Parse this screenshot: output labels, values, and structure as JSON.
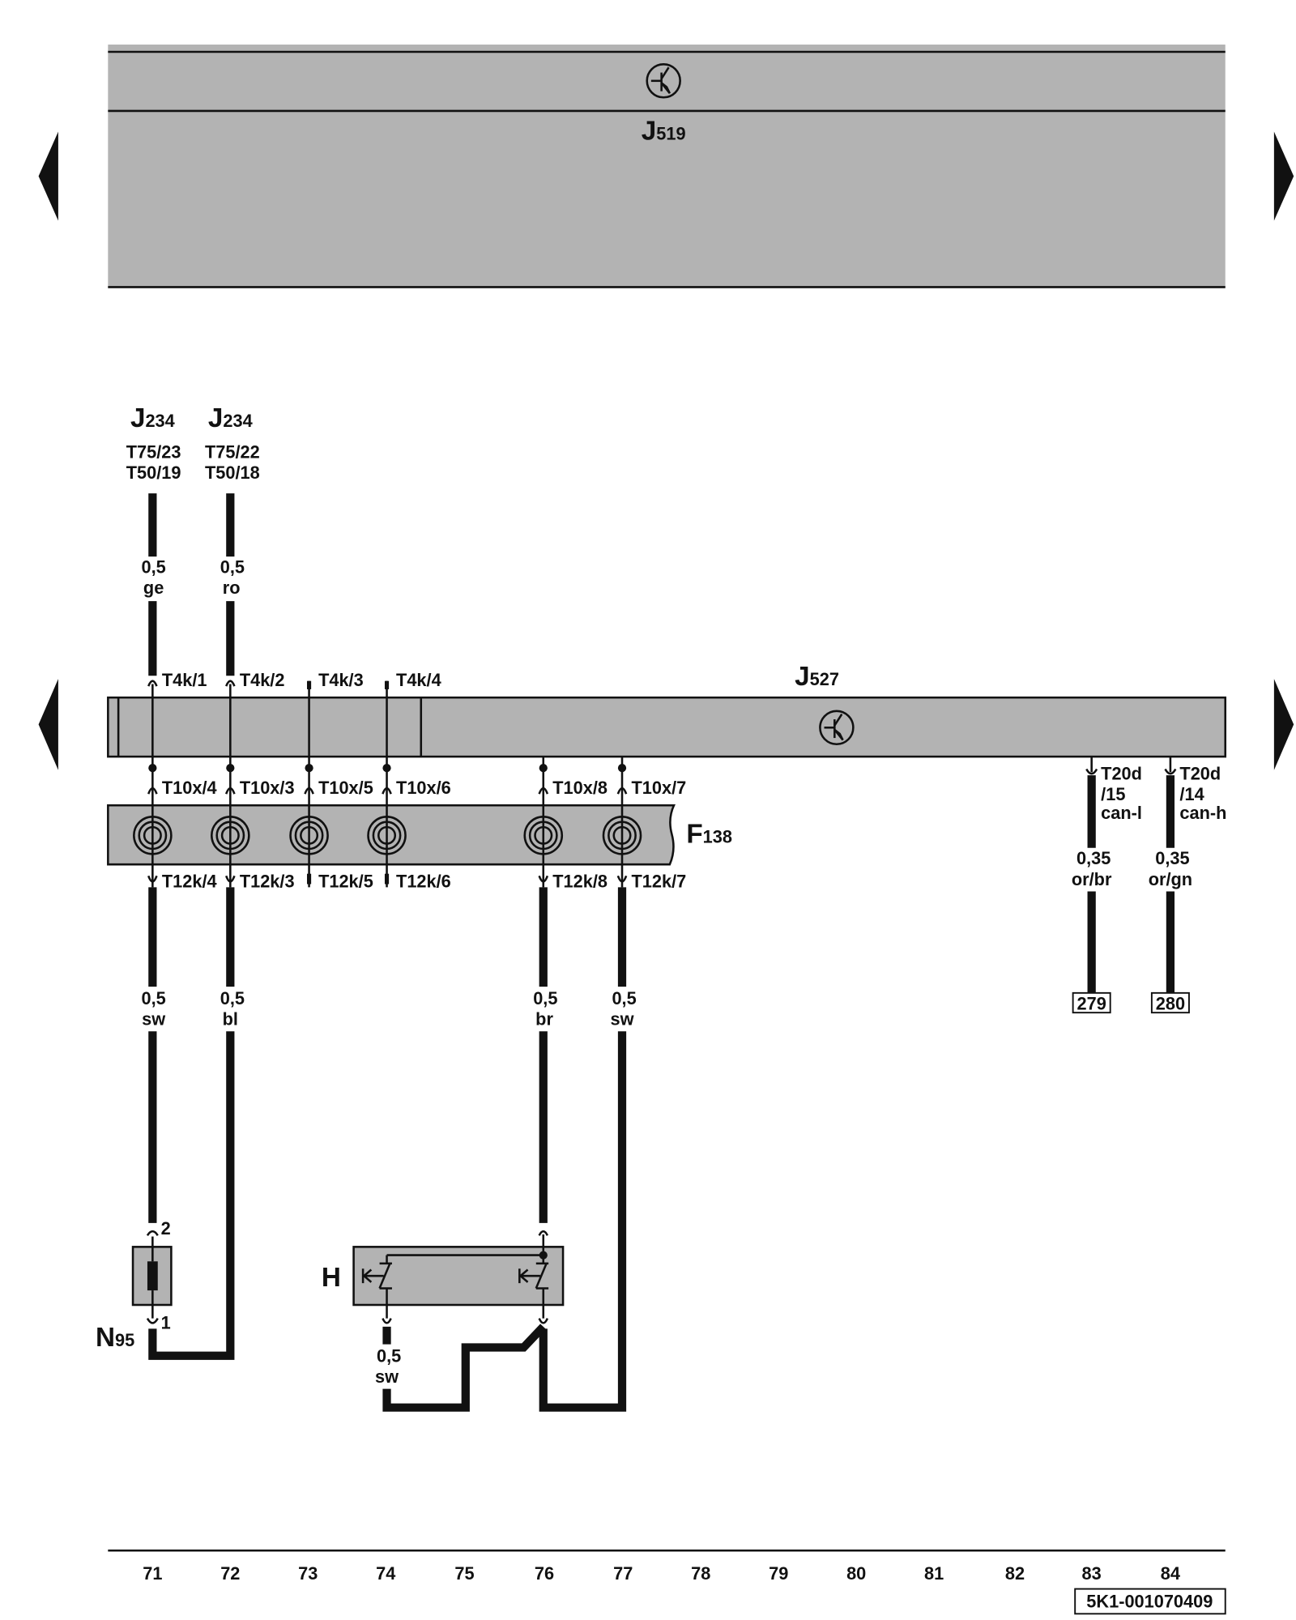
{
  "modules": {
    "j519": {
      "letter": "J",
      "sub": "519"
    },
    "j527": {
      "letter": "J",
      "sub": "527"
    },
    "f138": {
      "letter": "F",
      "sub": "138"
    },
    "n95": {
      "letter": "N",
      "sub": "95",
      "pins": [
        "2",
        "1"
      ]
    },
    "h": {
      "letter": "H"
    },
    "j234_a": {
      "letter": "J",
      "sub": "234",
      "pins": [
        "T75/23",
        "T50/19"
      ]
    },
    "j234_b": {
      "letter": "J",
      "sub": "234",
      "pins": [
        "T75/22",
        "T50/18"
      ]
    }
  },
  "connectors": {
    "t4k": [
      "T4k/1",
      "T4k/2",
      "T4k/3",
      "T4k/4"
    ],
    "t10x": [
      "T10x/4",
      "T10x/3",
      "T10x/5",
      "T10x/6",
      "T10x/8",
      "T10x/7"
    ],
    "t12k": [
      "T12k/4",
      "T12k/3",
      "T12k/5",
      "T12k/6",
      "T12k/8",
      "T12k/7"
    ],
    "t20d": [
      {
        "name": "T20d",
        "pin": "/15",
        "signal": "can-l"
      },
      {
        "name": "T20d",
        "pin": "/14",
        "signal": "can-h"
      }
    ]
  },
  "wires": {
    "top": [
      {
        "size": "0,5",
        "color": "ge"
      },
      {
        "size": "0,5",
        "color": "ro"
      }
    ],
    "mid": [
      {
        "size": "0,5",
        "color": "sw"
      },
      {
        "size": "0,5",
        "color": "bl"
      },
      {
        "size": "0,5",
        "color": "br"
      },
      {
        "size": "0,5",
        "color": "sw"
      }
    ],
    "h_out": {
      "size": "0,5",
      "color": "sw"
    },
    "can": [
      {
        "size": "0,35",
        "color": "or/br"
      },
      {
        "size": "0,35",
        "color": "or/gn"
      }
    ]
  },
  "references": [
    "279",
    "280"
  ],
  "columns": [
    "71",
    "72",
    "73",
    "74",
    "75",
    "76",
    "77",
    "78",
    "79",
    "80",
    "81",
    "82",
    "83",
    "84"
  ],
  "doc_id": "5K1-001070409"
}
